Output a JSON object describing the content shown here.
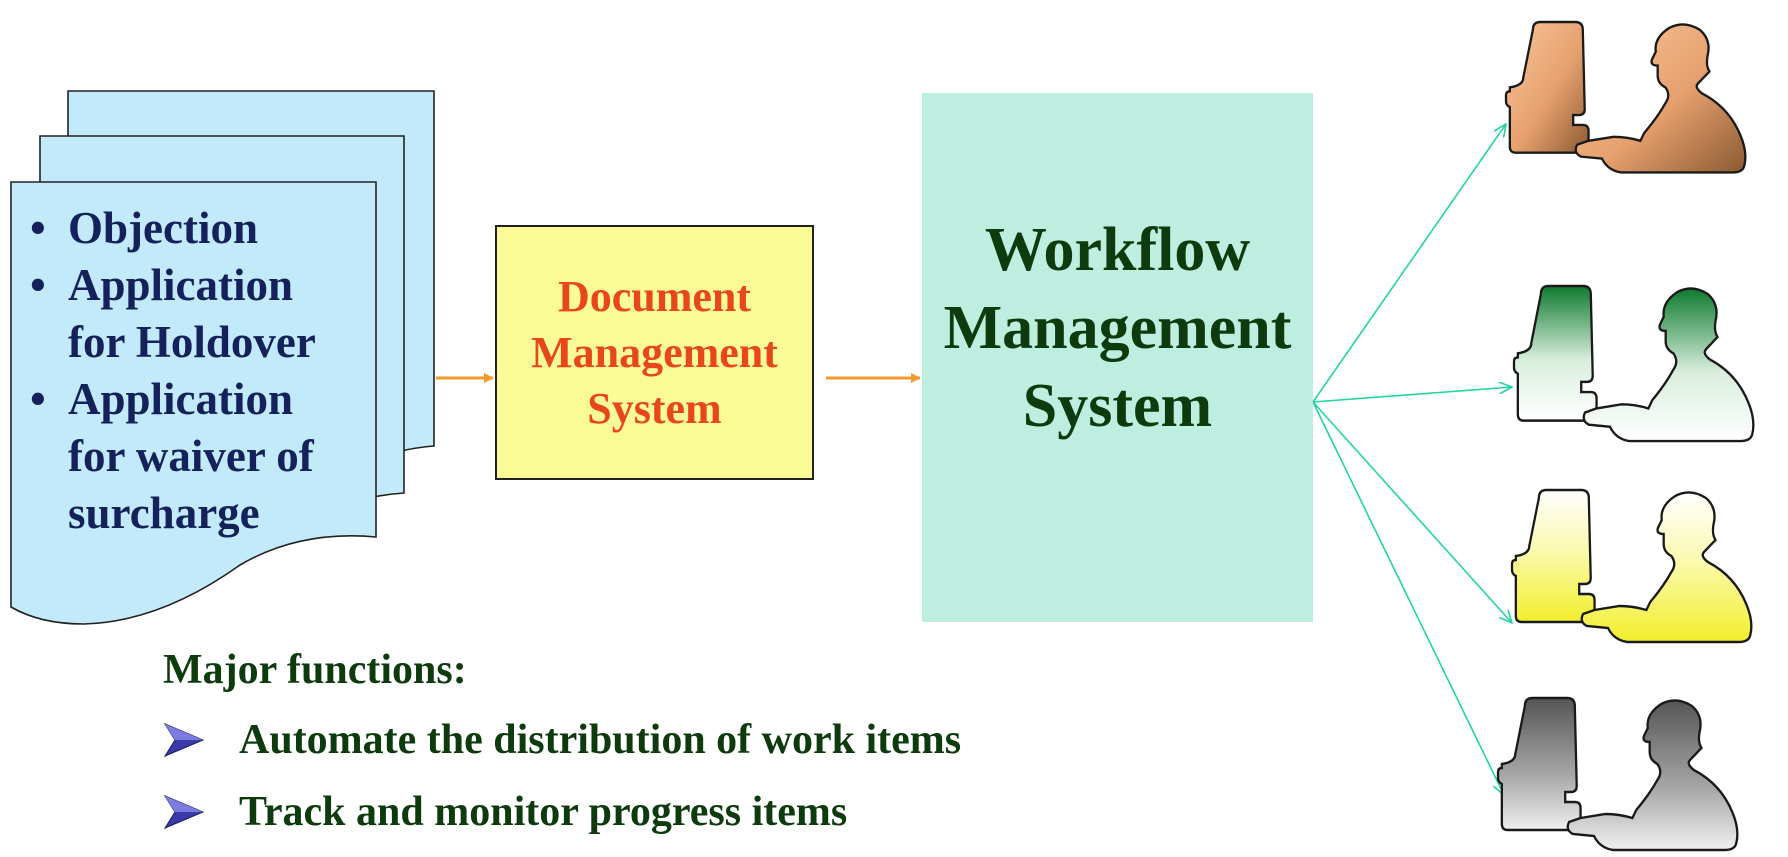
{
  "documents": {
    "items": [
      "Objection",
      "Application for Holdover",
      "Application for waiver of surcharge"
    ]
  },
  "dms": {
    "label": "Document Management System"
  },
  "wms": {
    "label": "Workflow Management System"
  },
  "functions": {
    "title": "Major functions:",
    "items": [
      "Automate the distribution of work items",
      "Track and monitor progress items"
    ]
  },
  "colors": {
    "document_fill": "#c2eafa",
    "dms_fill": "#fafa96",
    "dms_text": "#e8461c",
    "wms_fill": "#bdeedf",
    "wms_text": "#0d3b0d",
    "flow_arrow": "#f39a2e",
    "distribution_line": "#22d4a0",
    "workers": [
      "#e6a06e",
      "#1a8a3a",
      "#f5f03c",
      "#7a7a7a"
    ]
  },
  "icons": [
    "user-at-computer-icon",
    "user-at-computer-icon",
    "user-at-computer-icon",
    "user-at-computer-icon"
  ]
}
